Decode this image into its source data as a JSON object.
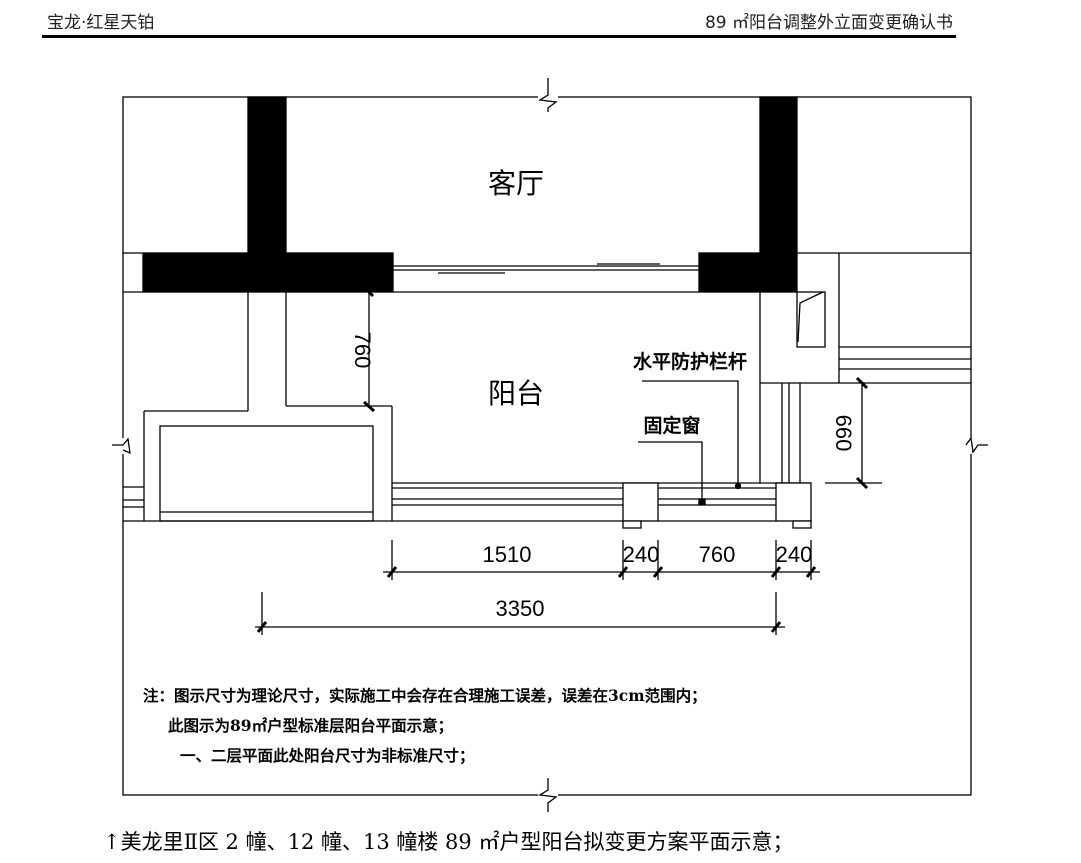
{
  "header": {
    "left": "宝龙·红星天铂",
    "right": "89 ㎡阳台调整外立面变更确认书"
  },
  "drawing": {
    "room_living": "客厅",
    "room_balcony": "阳台",
    "label_railing": "水平防护栏杆",
    "label_fixed_window": "固定窗",
    "dim_depth_left": "760",
    "dim_depth_right": "660",
    "dims_row1": [
      "1510",
      "240",
      "760",
      "240"
    ],
    "dim_total": "3350"
  },
  "notes": [
    "注：图示尺寸为理论尺寸，实际施工中会存在合理施工误差，误差在3cm范围内；",
    "此图示为89㎡户型标准层阳台平面示意；",
    "一、二层平面此处阳台尺寸为非标准尺寸；"
  ],
  "caption": "↑美龙里Ⅱ区 2 幢、12 幢、13 幢楼 89 ㎡户型阳台拟变更方案平面示意；"
}
